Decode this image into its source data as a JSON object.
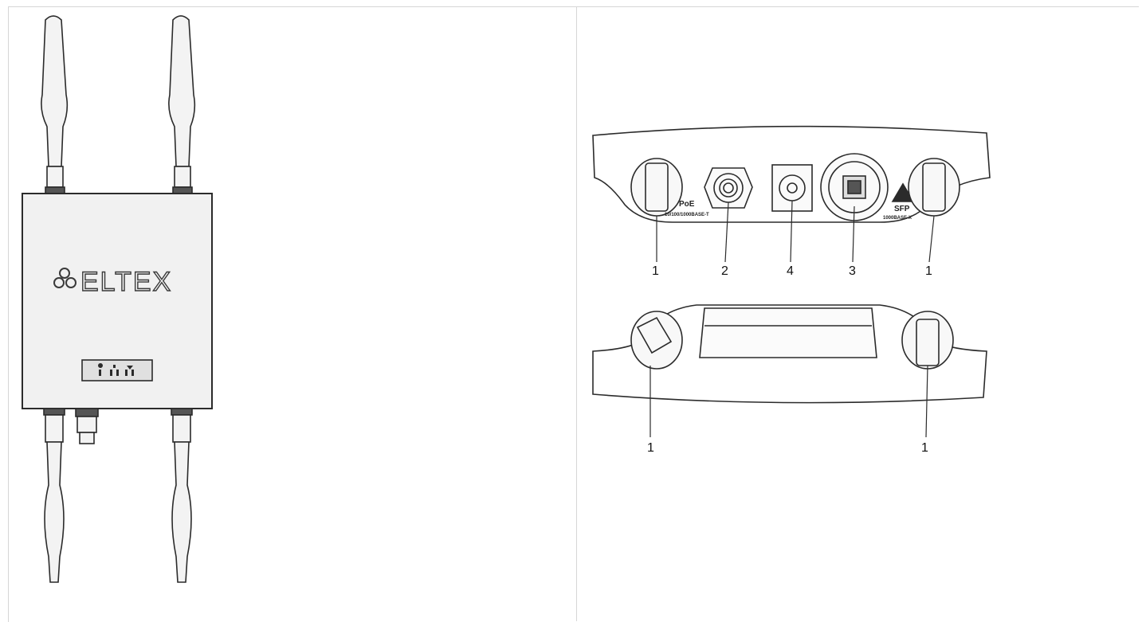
{
  "front_view": {
    "brand": "ELTEX"
  },
  "top_view": {
    "poe_label": "PoE",
    "poe_sub": "10/100/1000BASE-T",
    "sfp_label": "SFP",
    "sfp_sub": "1000BASE-X",
    "callouts": [
      "1",
      "2",
      "4",
      "3",
      "1"
    ]
  },
  "bottom_view": {
    "callouts": [
      "1",
      "1"
    ]
  },
  "colors": {
    "line": "#2b2b2b",
    "device_fill": "#f1f1f1",
    "frame_border": "#d6d6d6"
  }
}
